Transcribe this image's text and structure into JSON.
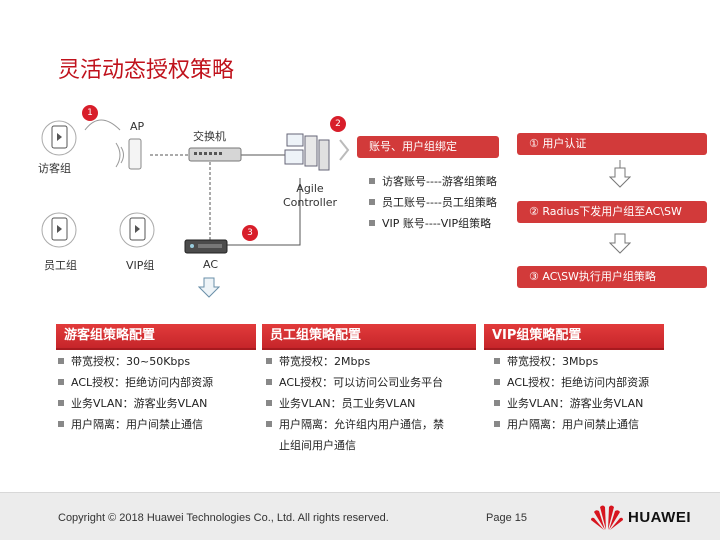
{
  "title": "灵活动态授权策略",
  "diagram": {
    "badges": [
      "1",
      "2",
      "3"
    ],
    "ap_label": "AP",
    "switch_label": "交换机",
    "agile_controller_label": "Agile Controller",
    "ac_label": "AC",
    "guest_group_label": "访客组",
    "employee_group_label": "员工组",
    "vip_group_label": "VIP组",
    "binding_step_label": "账号、用户组绑定",
    "bindings": [
      "访客账号----游客组策略",
      "员工账号----员工组策略",
      "VIP 账号----VIP组策略"
    ],
    "flow_steps": [
      "① 用户认证",
      "② Radius下发用户组至AC\\SW",
      "③ AC\\SW执行用户组策略"
    ]
  },
  "policies": [
    {
      "title": "游客组策略配置",
      "items": [
        "带宽授权：30~50Kbps",
        "ACL授权：拒绝访问内部资源",
        "业务VLAN：游客业务VLAN",
        "用户隔离：用户间禁止通信"
      ]
    },
    {
      "title": "员工组策略配置",
      "items": [
        "带宽授权：2Mbps",
        "ACL授权：可以访问公司业务平台",
        "业务VLAN：员工业务VLAN",
        "用户隔离：允许组内用户通信，禁",
        "止组间用户通信"
      ]
    },
    {
      "title": "VIP组策略配置",
      "items": [
        "带宽授权：3Mbps",
        "ACL授权：拒绝访问内部资源",
        "业务VLAN：游客业务VLAN",
        "用户隔离：用户间禁止通信"
      ]
    }
  ],
  "footer": {
    "copyright": "Copyright © 2018 Huawei Technologies Co., Ltd. All rights reserved.",
    "page": "Page 15",
    "brand": "HUAWEI"
  },
  "colors": {
    "accent": "#c0121c",
    "banner": "#d23a3a"
  },
  "icons": [
    "user-device-icon",
    "ap-icon",
    "switch-icon",
    "server-icon",
    "ac-icon",
    "arrow-down-icon",
    "huawei-logo-icon"
  ]
}
